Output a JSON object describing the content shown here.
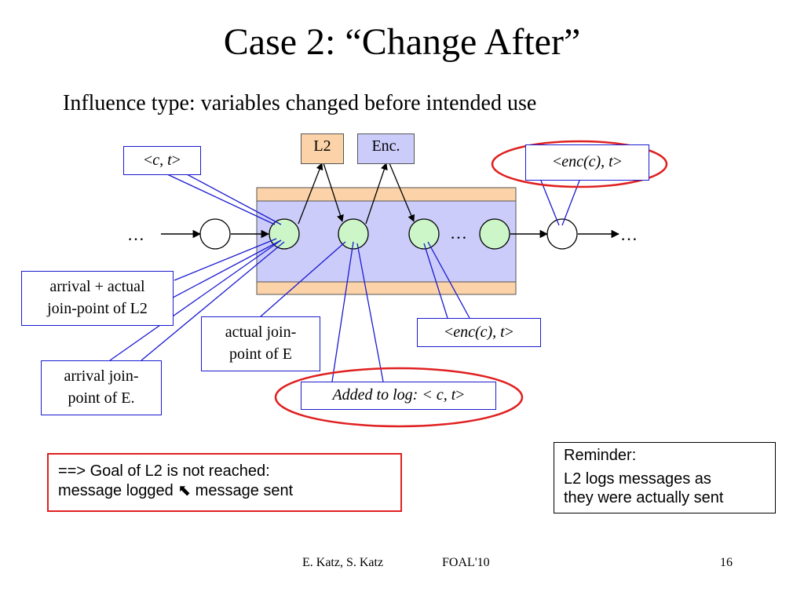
{
  "slide": {
    "title": "Case 2: “Change After”",
    "subtitle": "Influence type: variables changed before intended use"
  },
  "diagram": {
    "tags": {
      "l2": "L2",
      "enc": "Enc."
    },
    "ellipsis": "…",
    "callouts": {
      "ct_top": {
        "pre": "<",
        "italic": "c, t",
        "post": ">"
      },
      "enc_top": {
        "pre": "<",
        "italic": "enc(c), t",
        "post": ">"
      },
      "enc_bottom": {
        "pre": "<",
        "italic": "enc(c), t",
        "post": ">"
      },
      "arrival_actual_l2": {
        "line1": "arrival + actual",
        "line2": "join-point of L2"
      },
      "arrival_e": {
        "line1": "arrival join-",
        "line2": "point of E."
      },
      "actual_e": {
        "line1": "actual join-",
        "line2": "point of E"
      },
      "added_log": {
        "italic": "Added to log: < c, t",
        "post": ">"
      }
    },
    "colors": {
      "callout_border": "#1a1ad0",
      "highlight_ellipse": "#e02020",
      "join_point_fill": "#ccf5c8",
      "band_outer": "#fcd3a8",
      "band_inner": "#ccccfa",
      "l2_fill": "#fcd3a8",
      "enc_fill": "#ccccfa"
    }
  },
  "conclusion": {
    "line1": "==> Goal of L2 is not reached:",
    "line2_a": "message logged",
    "arrow_glyph": "⬉",
    "line2_b": "message sent"
  },
  "reminder": {
    "heading": "Reminder:",
    "line1": "L2 logs messages as",
    "line2": "they were actually sent"
  },
  "footer": {
    "authors": "E. Katz, S. Katz",
    "conference": "FOAL'10",
    "page": "16"
  }
}
